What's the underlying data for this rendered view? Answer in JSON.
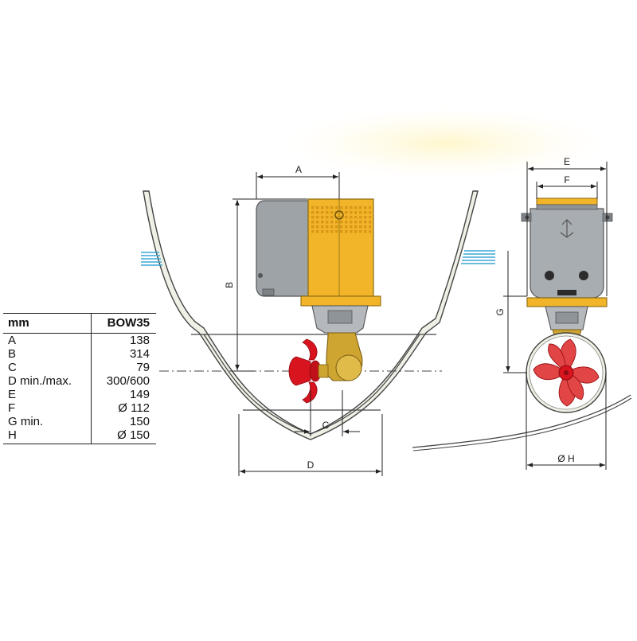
{
  "table": {
    "unit_header": "mm",
    "model_header": "BOW35",
    "rows": [
      {
        "label": "A",
        "value": "138"
      },
      {
        "label": "B",
        "value": "314"
      },
      {
        "label": "C",
        "value": "79"
      },
      {
        "label": "D min./max.",
        "value": "300/600"
      },
      {
        "label": "E",
        "value": "149"
      },
      {
        "label": "F",
        "value": "Ø 112"
      },
      {
        "label": "G min.",
        "value": "150"
      },
      {
        "label": "H",
        "value": "Ø 150"
      }
    ]
  },
  "dimensions": {
    "a": "A",
    "b": "B",
    "c": "C",
    "d": "D",
    "e": "E",
    "f": "F",
    "g": "G",
    "h": "Ø H"
  },
  "colors": {
    "motor_yellow": "#f2b52a",
    "motor_grey": "#9ea3a8",
    "housing_grey": "#b5b9bd",
    "gear_ochre": "#cfa532",
    "propeller_red": "#d8141f",
    "hull_fill": "#eff0e6",
    "water_blue": "#3aa6d6"
  }
}
